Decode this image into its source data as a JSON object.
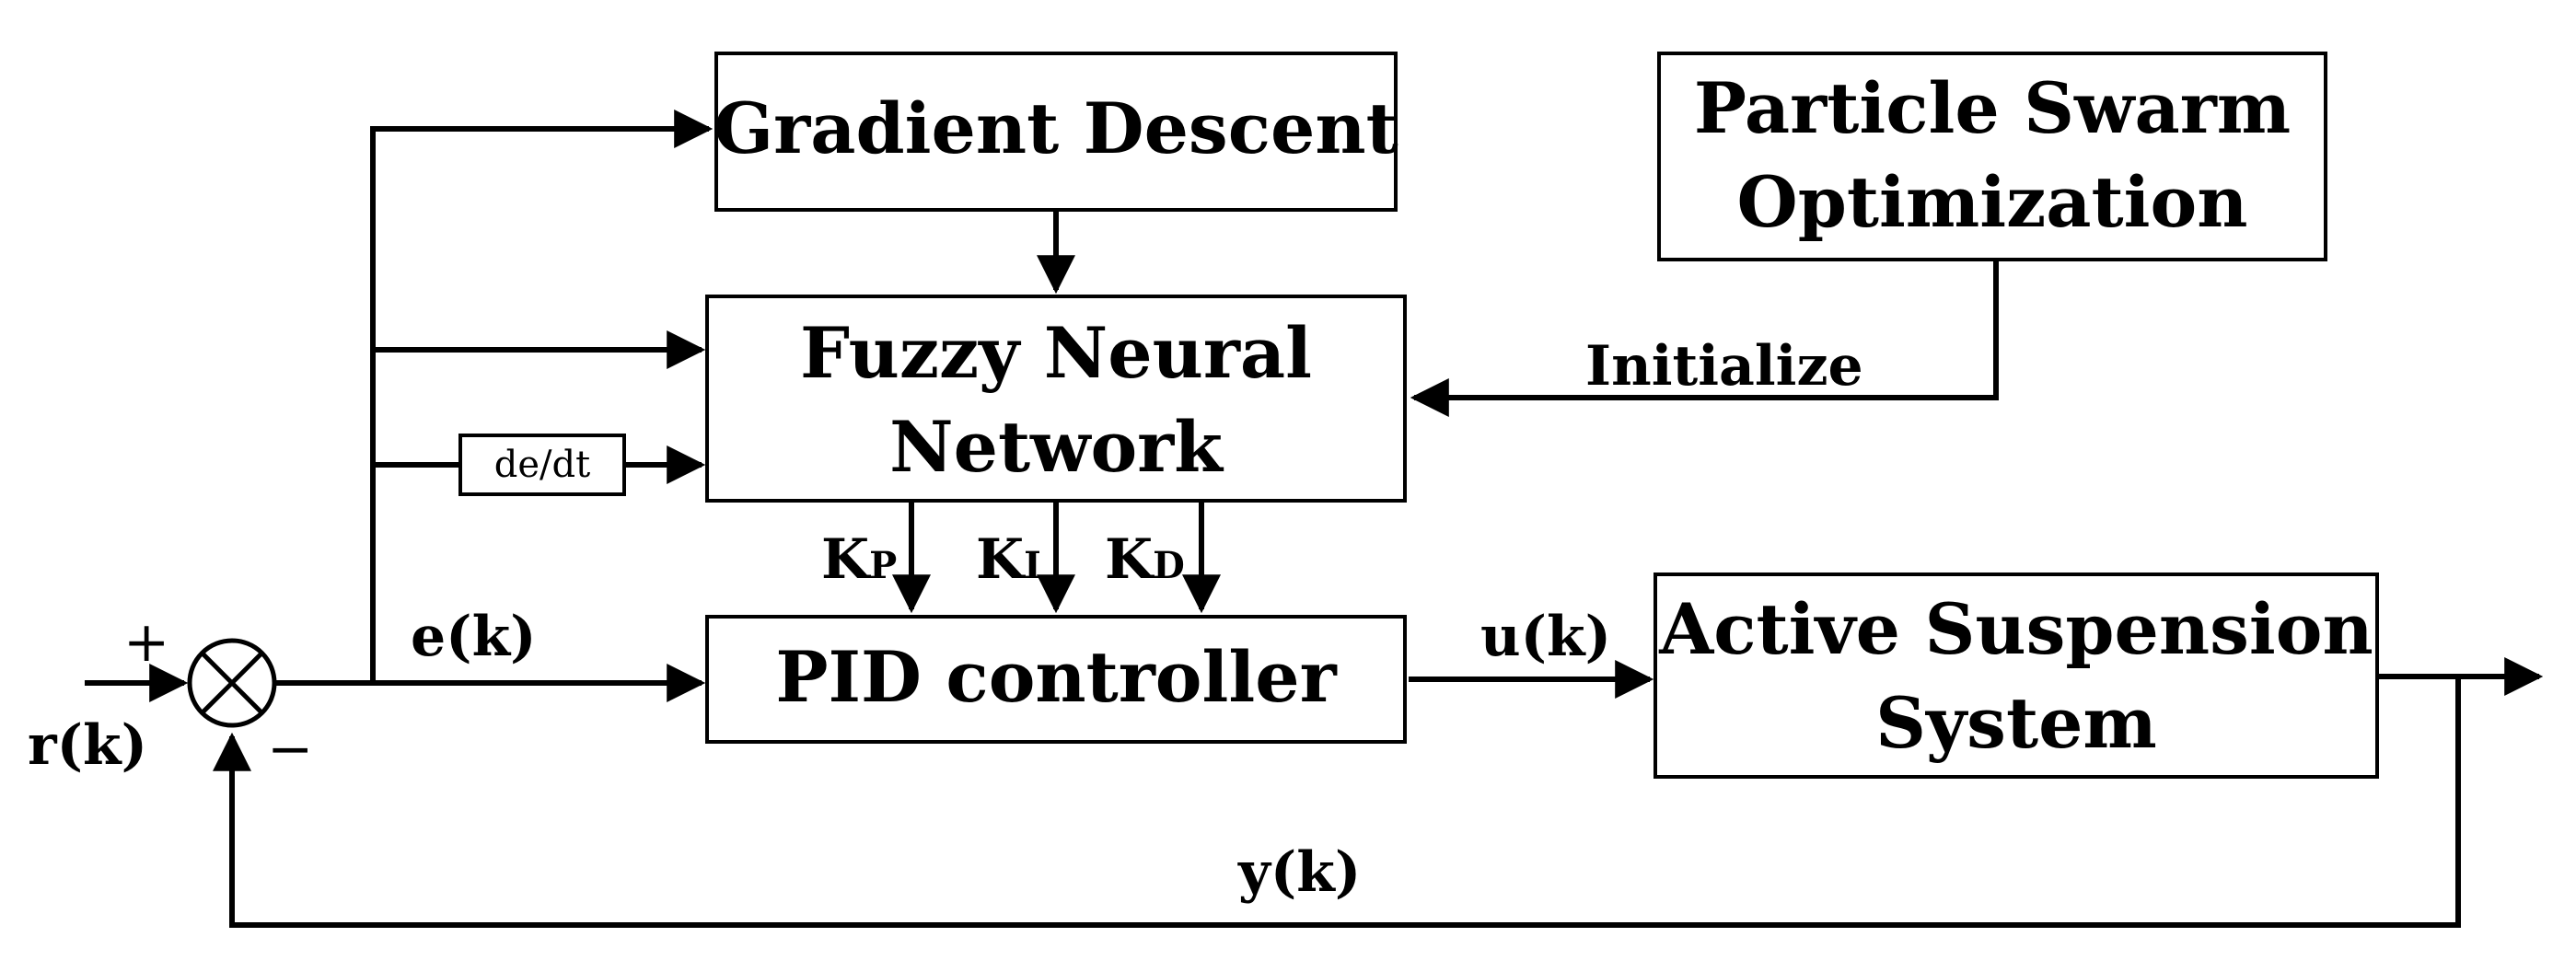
{
  "blocks": {
    "gradient_descent": "Gradient Descent",
    "pso_line1": "Particle Swarm",
    "pso_line2": "Optimization",
    "fnn_line1": "Fuzzy Neural",
    "fnn_line2": "Network",
    "pid": "PID controller",
    "plant_line1": "Active Suspension",
    "plant_line2": "System",
    "derivative": "de/dt"
  },
  "signals": {
    "reference": "r(k)",
    "error": "e(k)",
    "control": "u(k)",
    "output": "y(k)",
    "initialize": "Initialize",
    "plus": "+",
    "minus": "−"
  },
  "gains": {
    "kp_main": "K",
    "kp_sub": "P",
    "ki_main": "K",
    "ki_sub": "I",
    "kd_main": "K",
    "kd_sub": "D"
  }
}
